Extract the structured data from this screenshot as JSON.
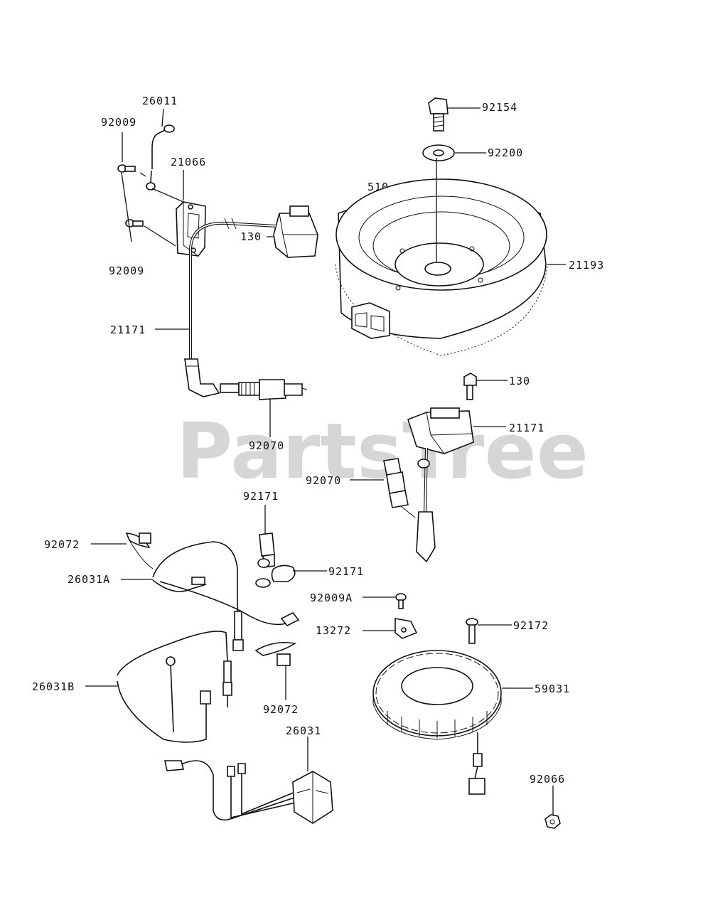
{
  "watermark": "PartsTree",
  "parts": {
    "p26011": "26011",
    "p92009_top": "92009",
    "p21066": "21066",
    "p92009_bottom": "92009",
    "p130_top": "130",
    "p21171_left": "21171",
    "p92070_left": "92070",
    "p92154": "92154",
    "p92200": "92200",
    "p510": "510",
    "p21193": "21193",
    "p130_right": "130",
    "p21171_right": "21171",
    "p92070_right": "92070",
    "p92171_top": "92171",
    "p92171_mid": "92171",
    "p92072_left": "92072",
    "p26031A": "26031A",
    "p92009A": "92009A",
    "p13272": "13272",
    "p92172": "92172",
    "p59031": "59031",
    "p26031B": "26031B",
    "p92072_mid": "92072",
    "p26031": "26031",
    "p92066": "92066"
  }
}
